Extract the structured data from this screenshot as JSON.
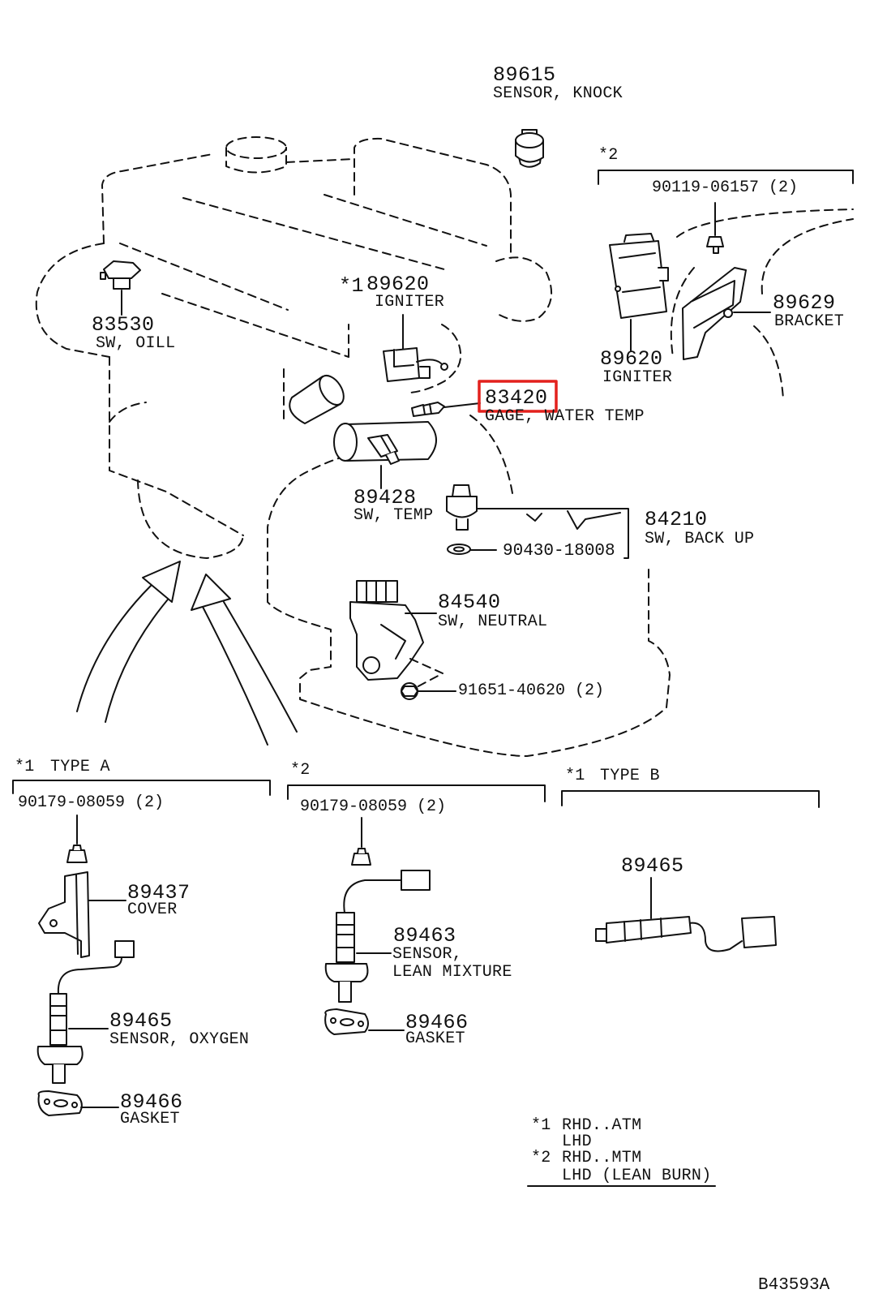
{
  "diagram": {
    "drawing_id": "B43593A",
    "highlight_color": "#e3211d"
  },
  "engine_parts": {
    "knock_sensor": {
      "part_no": "89615",
      "name": "SENSOR, KNOCK"
    },
    "group_mark_star2": "*2",
    "bolt_igniter": {
      "part_no": "90119-06157 (2)"
    },
    "igniter_star1": {
      "mark": "*1",
      "part_no": "89620",
      "name": "IGNITER"
    },
    "oil_switch": {
      "part_no": "83530",
      "name": "SW, OILL"
    },
    "bracket": {
      "part_no": "89629",
      "name": "BRACKET"
    },
    "igniter_star2": {
      "part_no": "89620",
      "name": "IGNITER"
    },
    "water_temp_gage": {
      "part_no": "83420",
      "name": "GAGE, WATER TEMP",
      "highlighted": true
    },
    "temp_switch": {
      "part_no": "89428",
      "name": "SW, TEMP"
    },
    "backup_switch": {
      "part_no": "84210",
      "name": "SW, BACK UP"
    },
    "backup_switch_gasket": {
      "part_no": "90430-18008"
    },
    "neutral_switch": {
      "part_no": "84540",
      "name": "SW, NEUTRAL"
    },
    "neutral_switch_bolt": {
      "part_no": "91651-40620 (2)"
    }
  },
  "sensor_groups": {
    "type_a": {
      "mark": "*1",
      "title": "TYPE A",
      "nut": {
        "part_no": "90179-08059 (2)"
      },
      "cover": {
        "part_no": "89437",
        "name": "COVER"
      },
      "oxygen_sensor": {
        "part_no": "89465",
        "name": "SENSOR, OXYGEN"
      },
      "gasket": {
        "part_no": "89466",
        "name": "GASKET"
      }
    },
    "star2": {
      "mark": "*2",
      "nut": {
        "part_no": "90179-08059 (2)"
      },
      "lean_sensor": {
        "part_no": "89463",
        "name_line1": "SENSOR,",
        "name_line2": "LEAN MIXTURE"
      },
      "gasket": {
        "part_no": "89466",
        "name": "GASKET"
      }
    },
    "type_b": {
      "mark": "*1",
      "title": "TYPE B",
      "oxygen_sensor": {
        "part_no": "89465"
      }
    }
  },
  "legend": [
    {
      "mark": "*1",
      "lines": [
        "RHD..ATM",
        "LHD"
      ]
    },
    {
      "mark": "*2",
      "lines": [
        "RHD..MTM",
        "LHD (LEAN BURN)"
      ]
    }
  ]
}
